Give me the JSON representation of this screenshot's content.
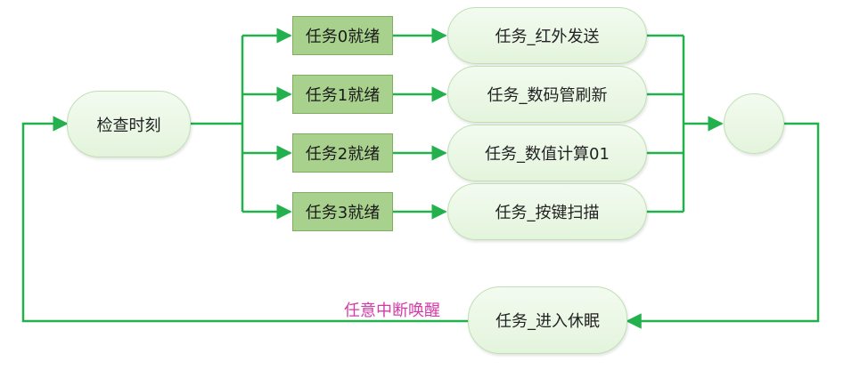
{
  "nodes": {
    "check_time": "检查时刻",
    "ready": [
      "任务0就绪",
      "任务1就绪",
      "任务2就绪",
      "任务3就绪"
    ],
    "tasks": [
      "任务_红外发送",
      "任务_数码管刷新",
      "任务_数值计算01",
      "任务_按键扫描"
    ],
    "join": "",
    "sleep": "任务_进入休眠"
  },
  "labels": {
    "wake": "任意中断唤醒"
  },
  "colors": {
    "line": "#22b14c",
    "ready_fill": "#a9d18e",
    "pill_fill": "#e3f4dc",
    "wake_text": "#d63aa8"
  }
}
